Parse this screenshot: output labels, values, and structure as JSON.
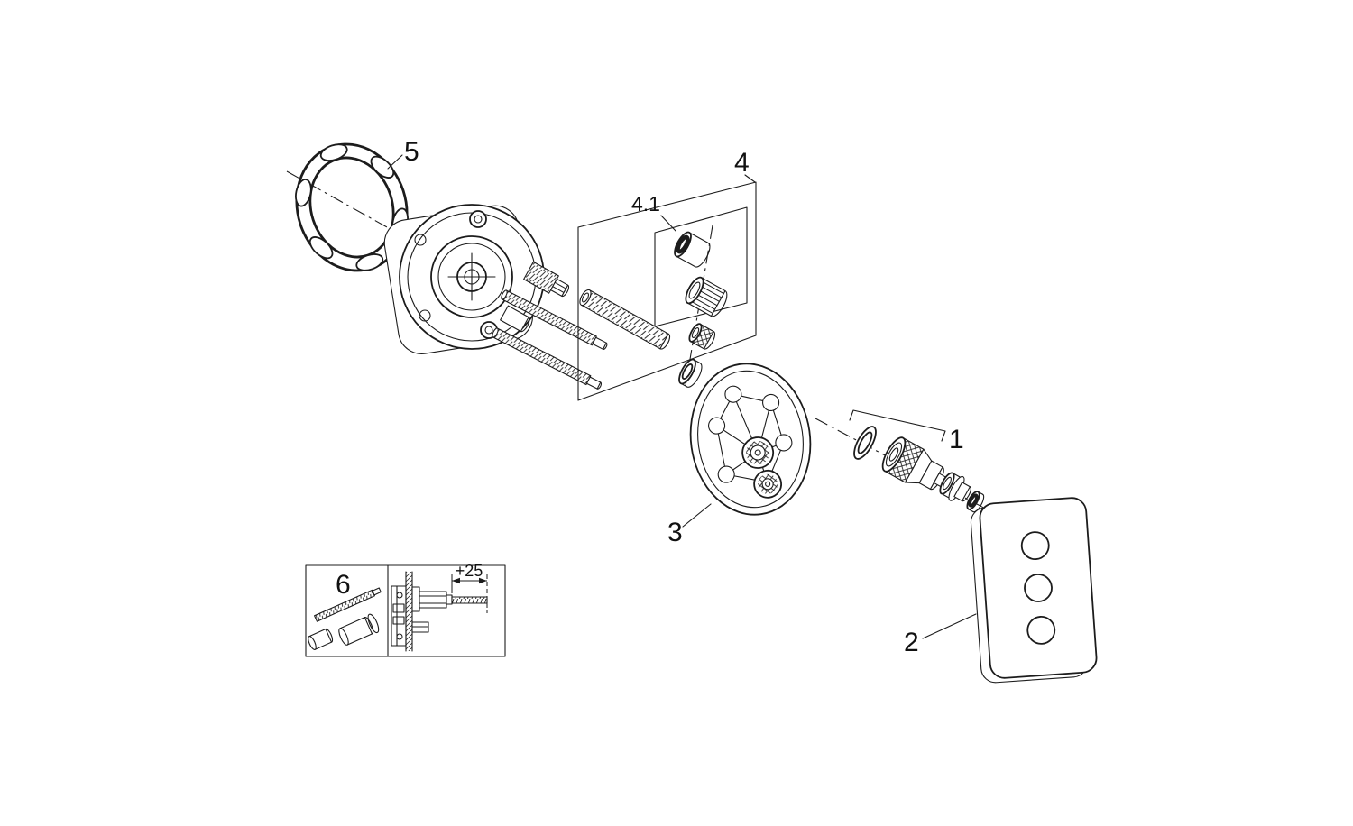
{
  "diagram": {
    "background_color": "#ffffff",
    "line_color": "#1c1c1c",
    "callouts": {
      "part1": "1",
      "part2": "2",
      "part3": "3",
      "part4": "4",
      "part4_1": "4.1",
      "part5": "5",
      "part6": "6"
    },
    "inset": {
      "dimension_label": "+25"
    }
  }
}
